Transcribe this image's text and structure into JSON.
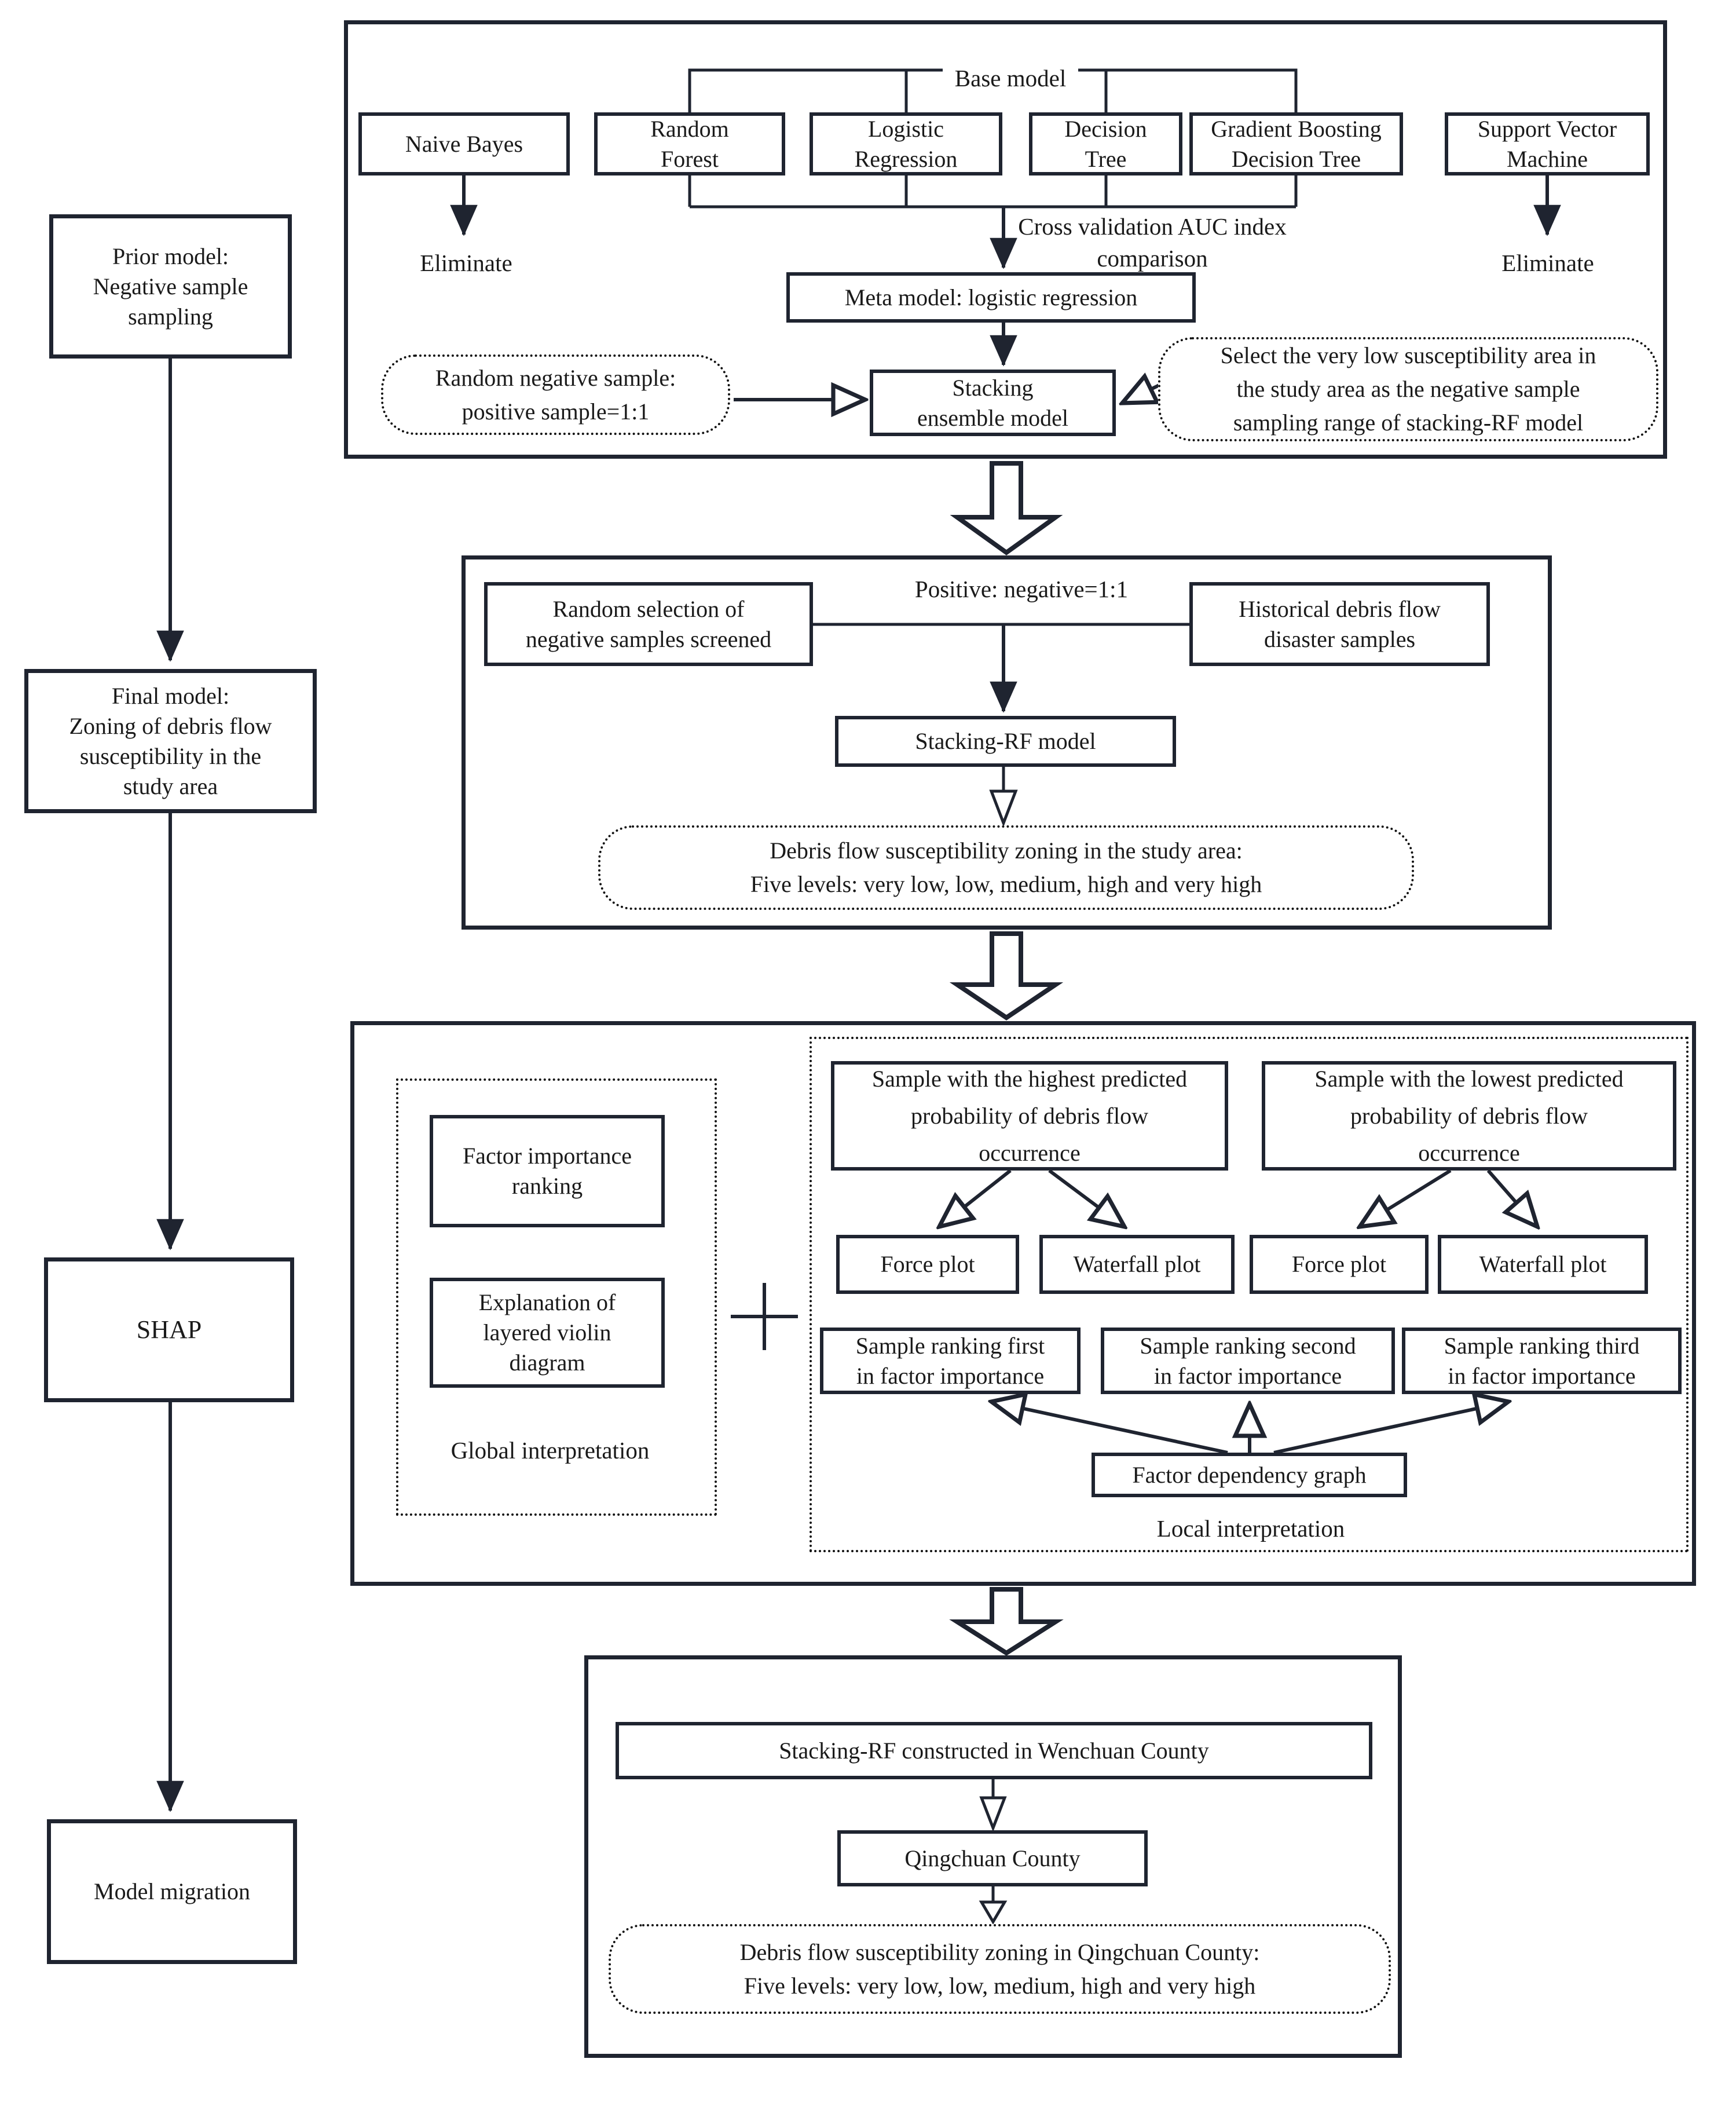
{
  "diagram": {
    "colors": {
      "line": "#1f2430",
      "text": "#1a1a1a",
      "background": "#ffffff"
    },
    "left_column": {
      "prior_model": "Prior model:\nNegative sample\nsampling",
      "final_model": "Final model:\nZoning of debris flow\nsusceptibility in the\nstudy area",
      "shap": "SHAP",
      "model_migration": "Model migration"
    },
    "section1": {
      "base_model_label": "Base model",
      "naive_bayes": "Naive Bayes",
      "random_forest": "Random\nForest",
      "logistic_regression": "Logistic\nRegression",
      "decision_tree": "Decision\nTree",
      "gbdt": "Gradient Boosting\nDecision Tree",
      "svm": "Support Vector\nMachine",
      "eliminate_left": "Eliminate",
      "eliminate_right": "Eliminate",
      "cross_validation": "Cross validation AUC index\ncomparison",
      "meta_model": "Meta model: logistic regression",
      "random_negative": "Random negative sample:\npositive sample=1:1",
      "stacking_ensemble": "Stacking\nensemble model",
      "select_area": "Select the very low susceptibility area in\nthe study area as the negative sample\nsampling range of stacking-RF model"
    },
    "section2": {
      "ratio_label": "Positive: negative=1:1",
      "random_selection": "Random selection of\nnegative samples screened",
      "historical": "Historical debris flow\ndisaster samples",
      "stacking_rf": "Stacking-RF model",
      "zoning": "Debris flow susceptibility zoning in the study area:\nFive levels: very low, low, medium, high and very high"
    },
    "section3": {
      "factor_importance": "Factor importance\nranking",
      "violin": "Explanation of\nlayered violin\ndiagram",
      "global_label": "Global interpretation",
      "plus": "+",
      "sample_highest": "Sample with the highest predicted\nprobability of debris flow\noccurrence",
      "sample_lowest": "Sample with the lowest predicted\nprobability of debris flow\noccurrence",
      "force_plot_1": "Force plot",
      "waterfall_plot_1": "Waterfall plot",
      "force_plot_2": "Force plot",
      "waterfall_plot_2": "Waterfall plot",
      "rank_first": "Sample ranking first\nin factor importance",
      "rank_second": "Sample ranking second\nin factor importance",
      "rank_third": "Sample ranking third\nin factor importance",
      "factor_dependency": "Factor dependency graph",
      "local_label": "Local interpretation"
    },
    "section4": {
      "wenchuan": "Stacking-RF constructed in Wenchuan County",
      "qingchuan": "Qingchuan County",
      "zoning_qc": "Debris flow susceptibility zoning in Qingchuan County:\nFive levels: very low, low, medium, high and very high"
    }
  }
}
